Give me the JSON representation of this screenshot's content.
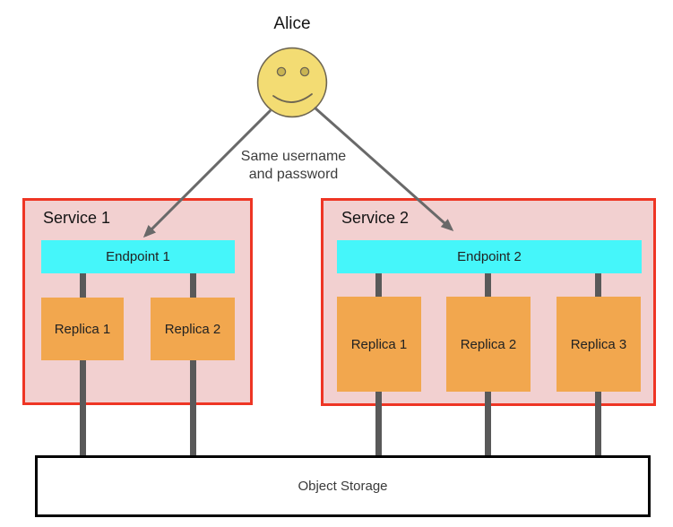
{
  "actor": {
    "name": "Alice"
  },
  "annotation": {
    "line1": "Same username",
    "line2": "and password"
  },
  "services": [
    {
      "label": "Service 1",
      "endpoint": "Endpoint 1",
      "replicas": [
        "Replica 1",
        "Replica 2"
      ]
    },
    {
      "label": "Service 2",
      "endpoint": "Endpoint 2",
      "replicas": [
        "Replica 1",
        "Replica 2",
        "Replica 3"
      ]
    }
  ],
  "storage": {
    "label": "Object Storage"
  },
  "colors": {
    "service_fill": "#f2d0d0",
    "service_border": "#ee3524",
    "endpoint_fill": "#45f6fa",
    "replica_fill": "#f2a74e",
    "actor_face_fill": "#f3dc73",
    "connector_gray": "#595959",
    "arrow_gray": "#696969",
    "storage_border": "#000000"
  }
}
